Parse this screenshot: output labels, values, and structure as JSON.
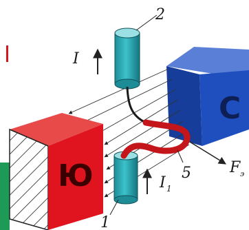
{
  "labels": {
    "electrode_top": "2",
    "electrode_bottom": "1",
    "wire": "5",
    "current_top": "I",
    "current_bottom": "I",
    "current_bottom_sub": "1",
    "force": "F",
    "force_sub": "э"
  },
  "poles": {
    "south": "Ю",
    "north": "С"
  },
  "colors": {
    "south_magnet": "#e0141e",
    "north_magnet": "#1f4fbf",
    "electrode": "#2aa6b0",
    "wire": "#c4151b",
    "field_lines": "#333333",
    "accent_green": "#1d9a55"
  }
}
